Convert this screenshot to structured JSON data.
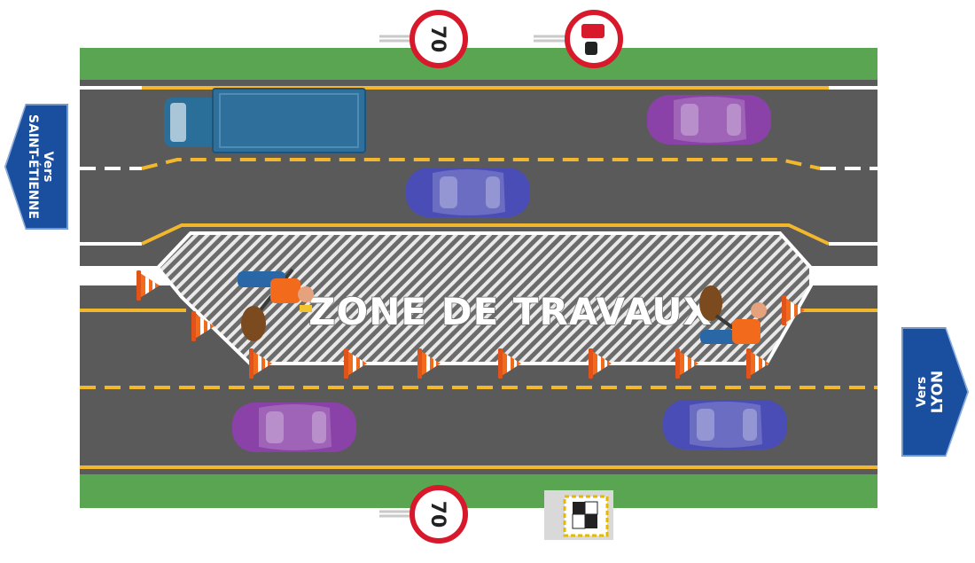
{
  "work_zone": {
    "label": "ZONE DE TRAVAUX"
  },
  "signs": {
    "speed_limit_top": "70",
    "speed_limit_bottom": "70"
  },
  "direction_left": {
    "prefix": "Vers",
    "city": "SAINT-ÉTIENNE"
  },
  "direction_right": {
    "prefix": "Vers",
    "city": "LYON"
  },
  "colors": {
    "road": "#5a5a5a",
    "verge": "#5aa552",
    "yellow_marking": "#f2b72c",
    "sign_blue": "#1a4fa0",
    "sign_red": "#d8182b",
    "cone_orange": "#f26a1b"
  },
  "icons": [
    "no-overtaking-trucks-sign-icon",
    "speed-camera-icon",
    "traffic-cone-icon",
    "road-worker-icon",
    "truck-icon",
    "car-icon"
  ]
}
